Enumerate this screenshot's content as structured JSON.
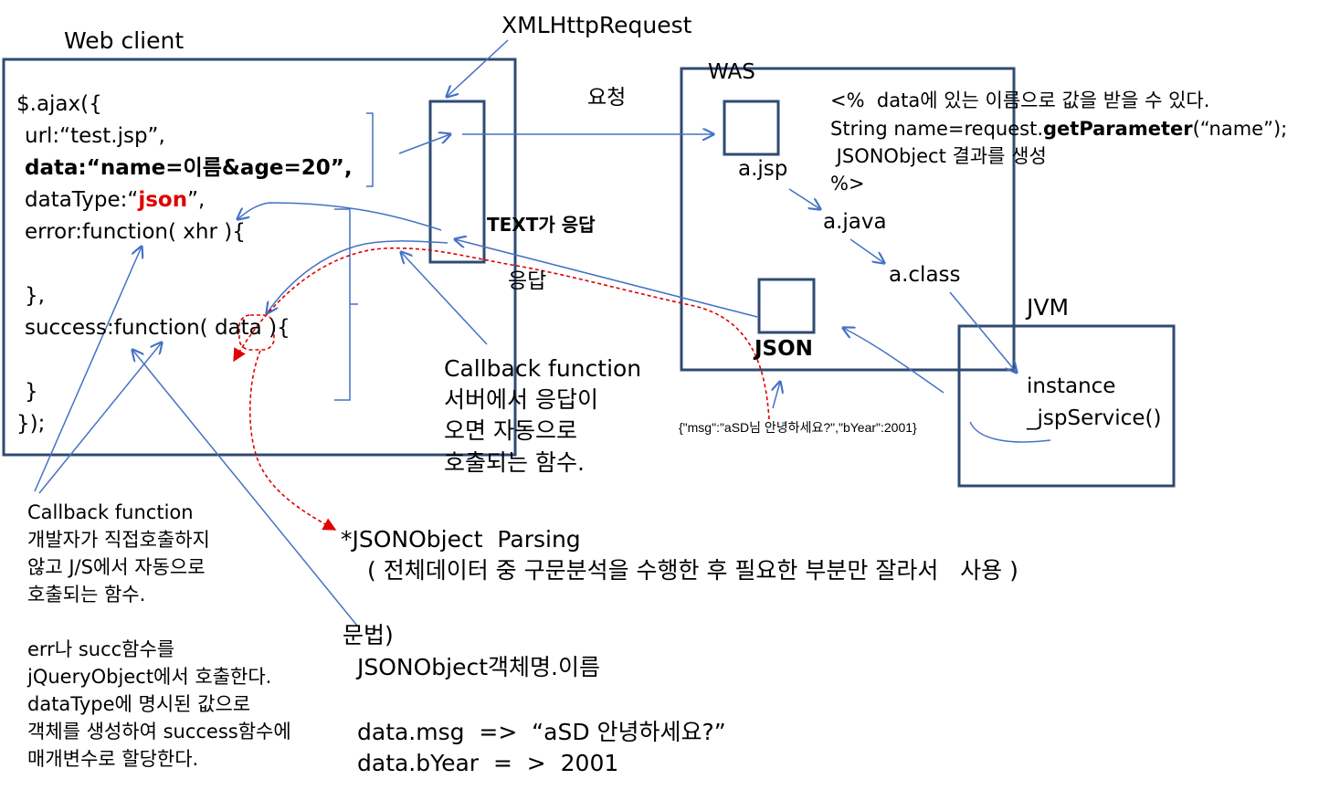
{
  "colors": {
    "box_stroke": "#2f4b73",
    "arrow_stroke": "#4472c4",
    "dashed_arrow": "#e00000",
    "json_highlight": "#e00000",
    "text": "#000000"
  },
  "labels": {
    "web_client": "Web client",
    "xmlhttprequest": "XMLHttpRequest",
    "was": "WAS",
    "request": "요청",
    "response": "응답",
    "text_response": "TEXT가 응답",
    "a_jsp": "a.jsp",
    "a_java": "a.java",
    "a_class": "a.class",
    "jvm": "JVM",
    "json": "JSON",
    "instance": "instance",
    "jsp_service": "_jspService()",
    "json_sample": "{\"msg\":\"aSD님 안녕하세요?\",\"bYear\":2001}"
  },
  "code": {
    "line1": "$.ajax({",
    "line2": "url:“test.jsp”,",
    "line3": "data:“name=이름&age=20”,",
    "line4_prefix": "dataType:“",
    "line4_value": "json",
    "line4_suffix": "”,",
    "line5": "error:function( xhr ){",
    "line6": "},",
    "line7": "success:function( data ){",
    "line8": "}",
    "line9": "});"
  },
  "jsp_note": {
    "line1": "<%  data에 있는 이름으로 값을 받을 수 있다.",
    "line2_prefix": "String name=request.",
    "line2_bold": "getParameter",
    "line2_suffix": "(“name”);",
    "line3": " JSONObject 결과를 생성",
    "line4": "%>"
  },
  "callback_right": {
    "title": "Callback function",
    "line1": "서버에서 응답이",
    "line2": "오면 자동으로",
    "line3": "호출되는 함수."
  },
  "callback_left": {
    "title": "Callback function",
    "line1": "개발자가 직접호출하지",
    "line2": "않고 J/S에서 자동으로",
    "line3": "호출되는 함수."
  },
  "err_note": {
    "line1": "err나 succ함수를",
    "line2": "jQueryObject에서 호출한다.",
    "line3": "dataType에 명시된 값으로",
    "line4": "객체를 생성하여 success함수에",
    "line5": "매개변수로 할당한다."
  },
  "parsing": {
    "title": "*JSONObject  Parsing",
    "detail": "( 전체데이터 중 구문분석을 수행한 후 필요한 부분만 잘라서   사용 )"
  },
  "syntax": {
    "title": "문법)",
    "pattern": "JSONObject객체명.이름",
    "example1": "data.msg  =>  “aSD 안녕하세요?”",
    "example2": "data.bYear  =  >  2001"
  }
}
